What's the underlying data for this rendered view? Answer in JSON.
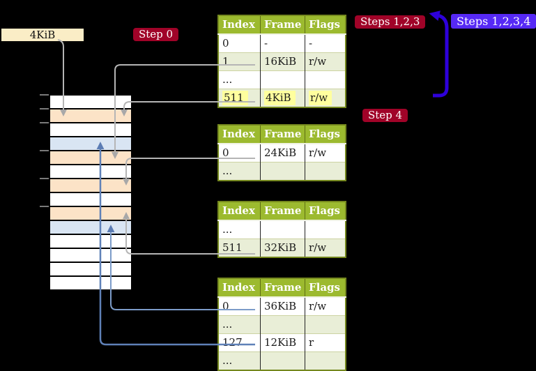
{
  "labels": {
    "page_size": "4KiB",
    "step0": "Step 0",
    "steps123": "Steps 1,2,3",
    "steps1234": "Steps 1,2,3,4",
    "step4": "Step 4"
  },
  "colors": {
    "badge_red": "#a00328",
    "badge_blue": "#5629f5",
    "table_header_green": "#9cba2f",
    "table_alt_row_green": "#e9eed7",
    "highlight_yellow": "#ffff9e",
    "memory_orange": "#fce3c7",
    "memory_blue": "#d9e5f3",
    "label_beige": "#faedc6",
    "gray_arrow": "#b5b5b5",
    "blue_arrow": "#7c9cc9",
    "big_arrow_blue": "#2e00da"
  },
  "tables": [
    {
      "name": "page-table-top-level",
      "headers": [
        "Index",
        "Frame",
        "Flags"
      ],
      "rows": [
        {
          "cells": [
            "0",
            "-",
            "-"
          ],
          "highlight": false
        },
        {
          "cells": [
            "1",
            "16KiB",
            "r/w"
          ],
          "highlight": false
        },
        {
          "cells": [
            "...",
            "",
            ""
          ],
          "highlight": false
        },
        {
          "cells": [
            "511",
            "4KiB",
            "r/w"
          ],
          "highlight": true
        }
      ]
    },
    {
      "name": "page-table-mid-level-a",
      "headers": [
        "Index",
        "Frame",
        "Flags"
      ],
      "rows": [
        {
          "cells": [
            "0",
            "24KiB",
            "r/w"
          ],
          "highlight": false
        },
        {
          "cells": [
            "...",
            "",
            ""
          ],
          "highlight": false
        }
      ]
    },
    {
      "name": "page-table-mid-level-b",
      "headers": [
        "Index",
        "Frame",
        "Flags"
      ],
      "rows": [
        {
          "cells": [
            "...",
            "",
            ""
          ],
          "highlight": false
        },
        {
          "cells": [
            "511",
            "32KiB",
            "r/w"
          ],
          "highlight": false
        }
      ]
    },
    {
      "name": "page-table-leaf-level",
      "headers": [
        "Index",
        "Frame",
        "Flags"
      ],
      "rows": [
        {
          "cells": [
            "0",
            "36KiB",
            "r/w"
          ],
          "highlight": false
        },
        {
          "cells": [
            "...",
            "",
            ""
          ],
          "highlight": false
        },
        {
          "cells": [
            "127",
            "12KiB",
            "r"
          ],
          "highlight": false
        },
        {
          "cells": [
            "...",
            "",
            ""
          ],
          "highlight": false
        }
      ]
    }
  ],
  "memory": {
    "rows": [
      "white",
      "orange",
      "white",
      "blue",
      "orange",
      "white",
      "orange",
      "white",
      "orange",
      "blue",
      "white",
      "white",
      "white",
      "white"
    ]
  }
}
